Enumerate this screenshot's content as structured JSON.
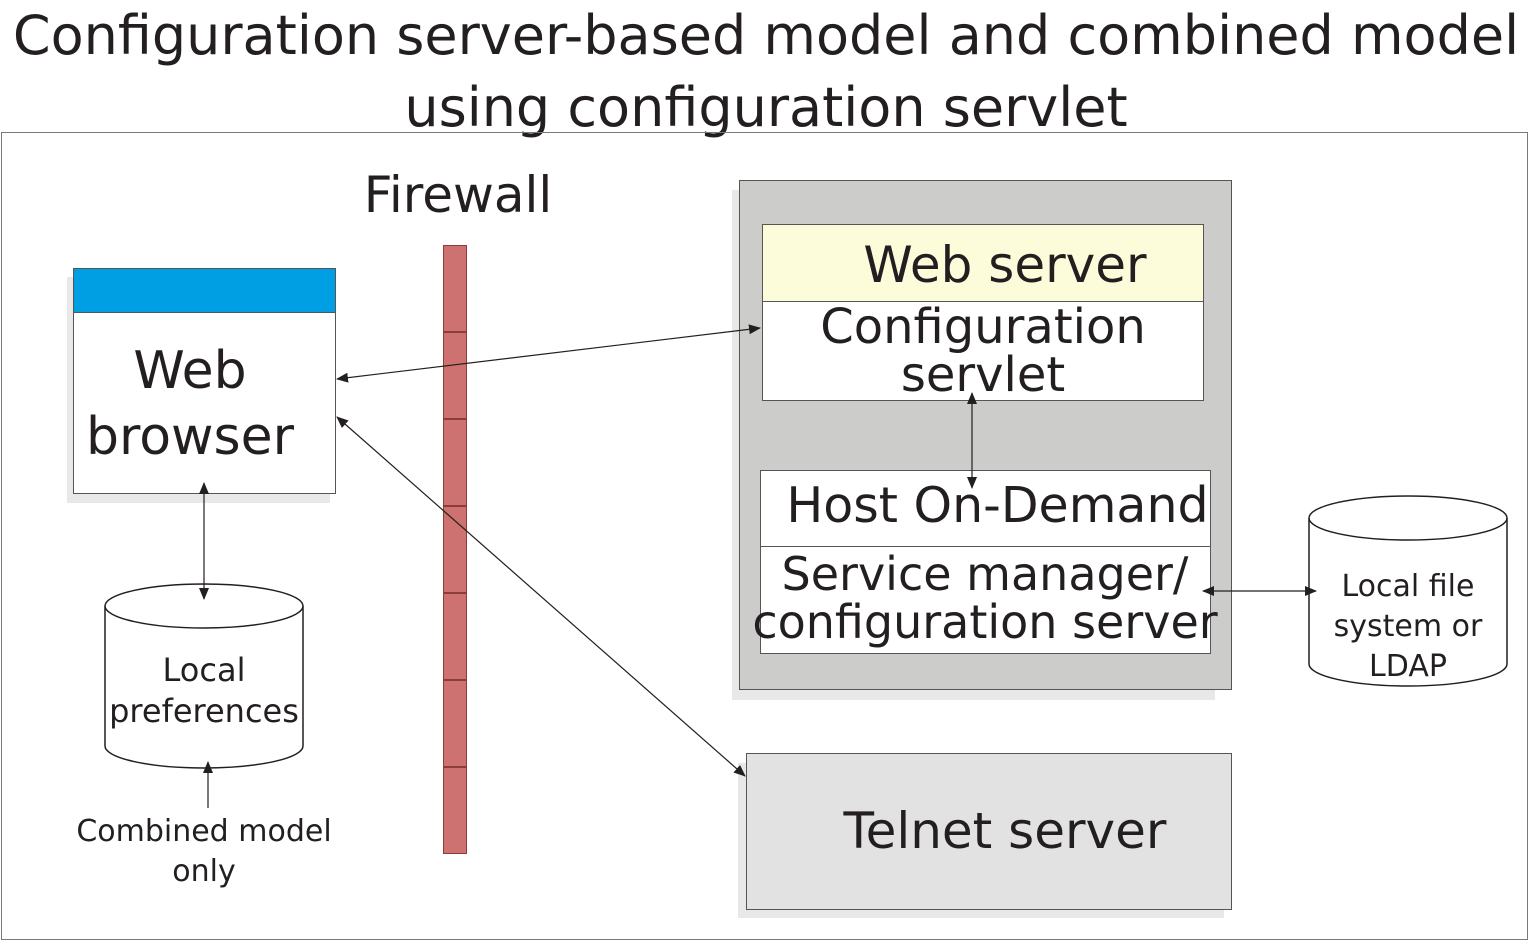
{
  "title": {
    "line1": "Configuration server-based model and combined model",
    "line2": "using configuration servlet"
  },
  "firewall_label": "Firewall",
  "browser": {
    "line1": "Web",
    "line2": "browser"
  },
  "local_preferences": {
    "line1": "Local",
    "line2": "preferences"
  },
  "combined_note": {
    "line1": "Combined model",
    "line2": "only"
  },
  "web_server_label": "Web server",
  "servlet": {
    "line1": "Configuration",
    "line2": "servlet"
  },
  "hod_label": "Host On-Demand",
  "service_manager": {
    "line1": "Service manager/",
    "line2": "configuration server"
  },
  "storage": {
    "line1": "Local file",
    "line2": "system or",
    "line3": "LDAP"
  },
  "telnet_label": "Telnet server",
  "colors": {
    "browser_titlebar": "#009fe3",
    "firewall_brick": "#cd7270",
    "web_server_band": "#fcfbda",
    "server_box": "#ccccca",
    "telnet_box": "#e1e2e1"
  }
}
